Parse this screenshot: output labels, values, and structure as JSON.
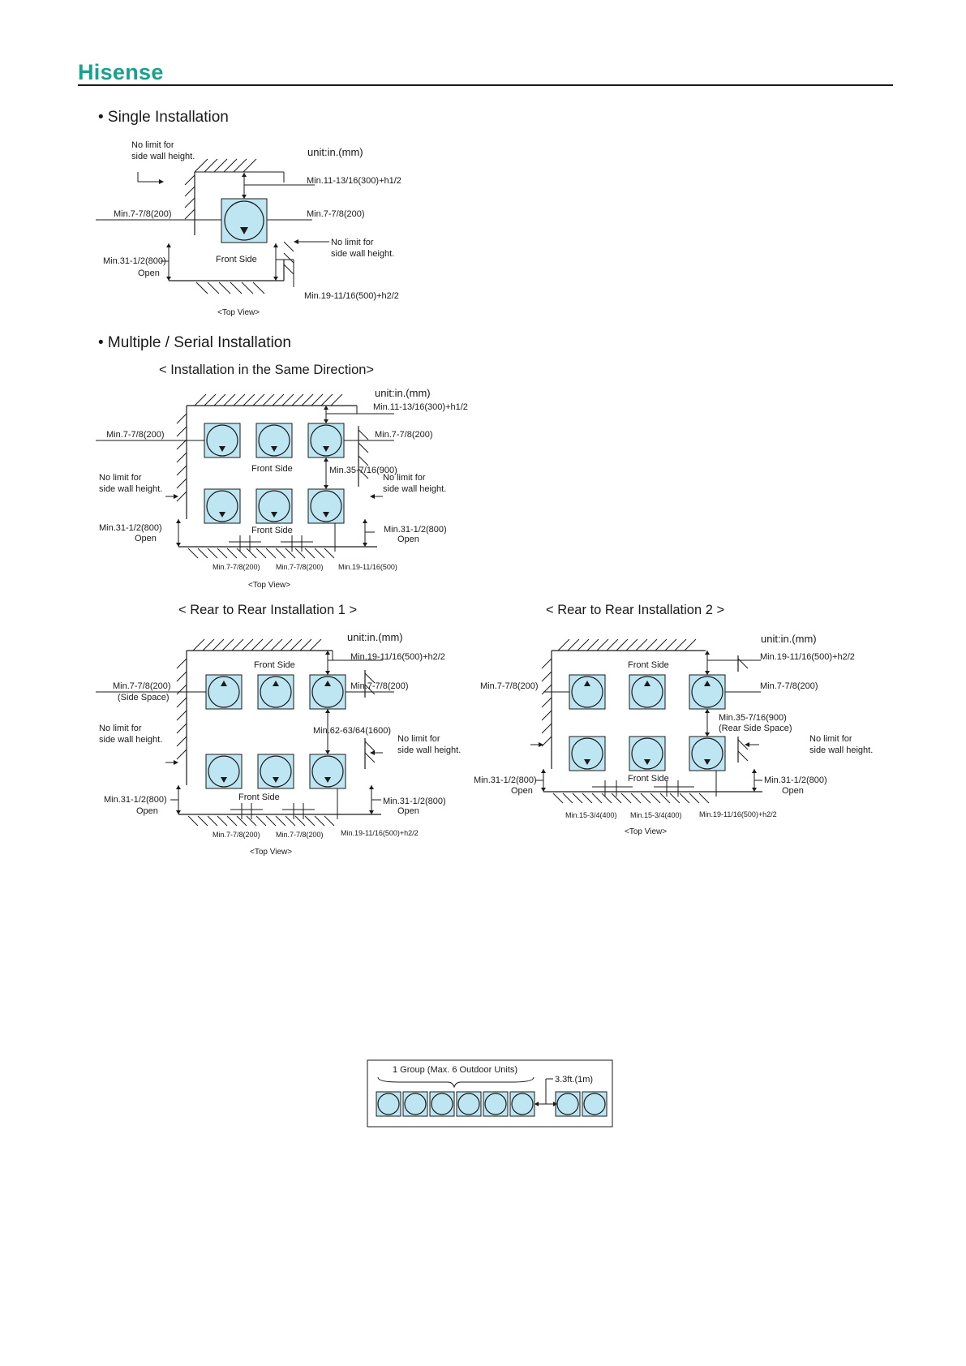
{
  "header": {
    "brand": "Hisense"
  },
  "single": {
    "title": "• Single Installation",
    "unit": "unit:in.(mm)",
    "no_limit_1": "No limit for",
    "no_limit_2": "side wall height.",
    "min_top": "Min.11-13/16(300)+h1/2",
    "min_left": "Min.7-7/8(200)",
    "min_right": "Min.7-7/8(200)",
    "min_open": "Min.31-1/2(800)",
    "open": "Open",
    "front_side": "Front Side",
    "min_bottom": "Min.19-11/16(500)+h2/2",
    "top_view": "<Top View>"
  },
  "multiple": {
    "title": "• Multiple / Serial Installation"
  },
  "same_direction": {
    "title": "< Installation in the Same Direction>",
    "unit": "unit:in.(mm)",
    "min_top": "Min.11-13/16(300)+h1/2",
    "min_left": "Min.7-7/8(200)",
    "min_right": "Min.7-7/8(200)",
    "front_side": "Front Side",
    "min_between": "Min.35-7/16(900)",
    "no_limit_1": "No limit for",
    "no_limit_2": "side wall height.",
    "min_open": "Min.31-1/2(800)",
    "open": "Open",
    "gap_a": "Min.7-7/8(200)",
    "gap_b": "Min.7-7/8(200)",
    "gap_c": "Min.19-11/16(500)",
    "top_view": "<Top View>"
  },
  "rear1": {
    "title": "< Rear to Rear Installation 1 >",
    "unit": "unit:in.(mm)",
    "front_side": "Front Side",
    "min_top": "Min.19-11/16(500)+h2/2",
    "min_left": "Min.7-7/8(200)",
    "side_space": "(Side Space)",
    "min_right": "Min.7-7/8(200)",
    "min_between": "Min.62-63/64(1600)",
    "no_limit_1": "No limit for",
    "no_limit_2": "side wall height.",
    "min_open": "Min.31-1/2(800)",
    "open": "Open",
    "gap_a": "Min.7-7/8(200)",
    "gap_b": "Min.7-7/8(200)",
    "gap_c": "Min.19-11/16(500)+h2/2",
    "top_view": "<Top View>"
  },
  "rear2": {
    "title": "< Rear to Rear Installation 2 >",
    "unit": "unit:in.(mm)",
    "front_side": "Front Side",
    "min_top": "Min.19-11/16(500)+h2/2",
    "min_left": "Min.7-7/8(200)",
    "min_right": "Min.7-7/8(200)",
    "min_between": "Min.35-7/16(900)",
    "rear_side_space": "(Rear Side Space)",
    "no_limit_1": "No limit for",
    "no_limit_2": "side wall height.",
    "min_open": "Min.31-1/2(800)",
    "open": "Open",
    "gap_a": "Min.15-3/4(400)",
    "gap_b": "Min.15-3/4(400)",
    "gap_c": "Min.19-11/16(500)+h2/2",
    "top_view": "<Top View>"
  },
  "group": {
    "label": "1 Group (Max. 6 Outdoor Units)",
    "distance": "3.3ft.(1m)"
  },
  "colors": {
    "unit_fill": "#bde6f2",
    "brand": "#1aa08c"
  }
}
